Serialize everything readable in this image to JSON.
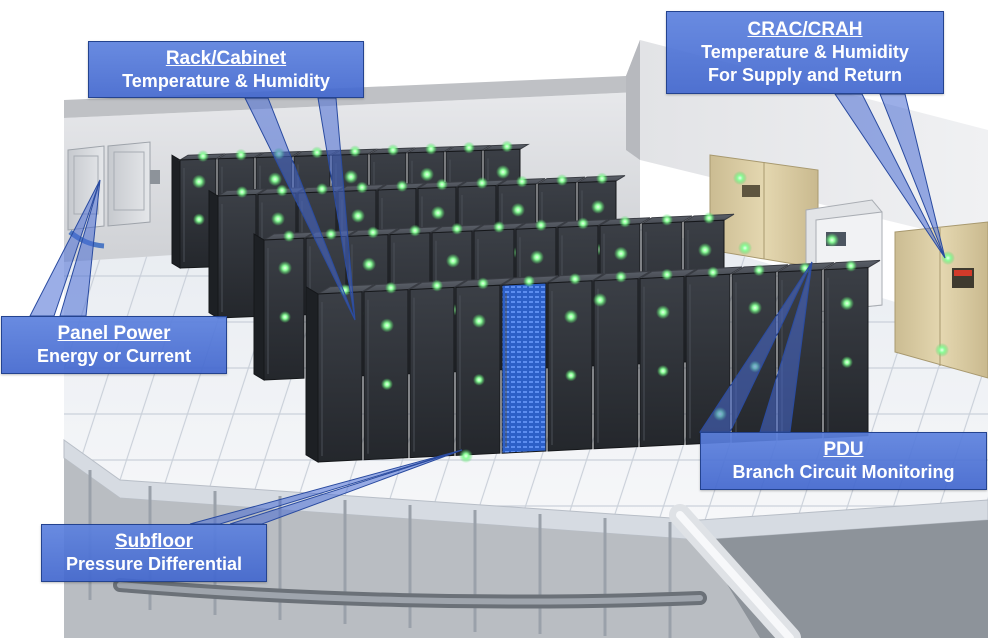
{
  "callouts": {
    "rack": {
      "title": "Rack/Cabinet",
      "lines": [
        "Temperature & Humidity"
      ]
    },
    "crac": {
      "title": "CRAC/CRAH",
      "lines": [
        "Temperature & Humidity",
        "For Supply and Return"
      ]
    },
    "panel": {
      "title": "Panel Power",
      "lines": [
        "Energy or Current"
      ]
    },
    "pdu": {
      "title": "PDU",
      "lines": [
        "Branch Circuit Monitoring"
      ]
    },
    "subfloor": {
      "title": "Subfloor",
      "lines": [
        "Pressure Differential"
      ]
    }
  },
  "colors": {
    "callout_fill": "#5577d6",
    "callout_border": "#24438f",
    "sensor_glow": "#7dff8f",
    "rack_body": "#2e3238",
    "floor": "#eef1f5",
    "wall": "#d9dadd",
    "crac_unit": "#d8c9a0"
  },
  "icons": {
    "sensor": "sensor-dot-icon"
  }
}
